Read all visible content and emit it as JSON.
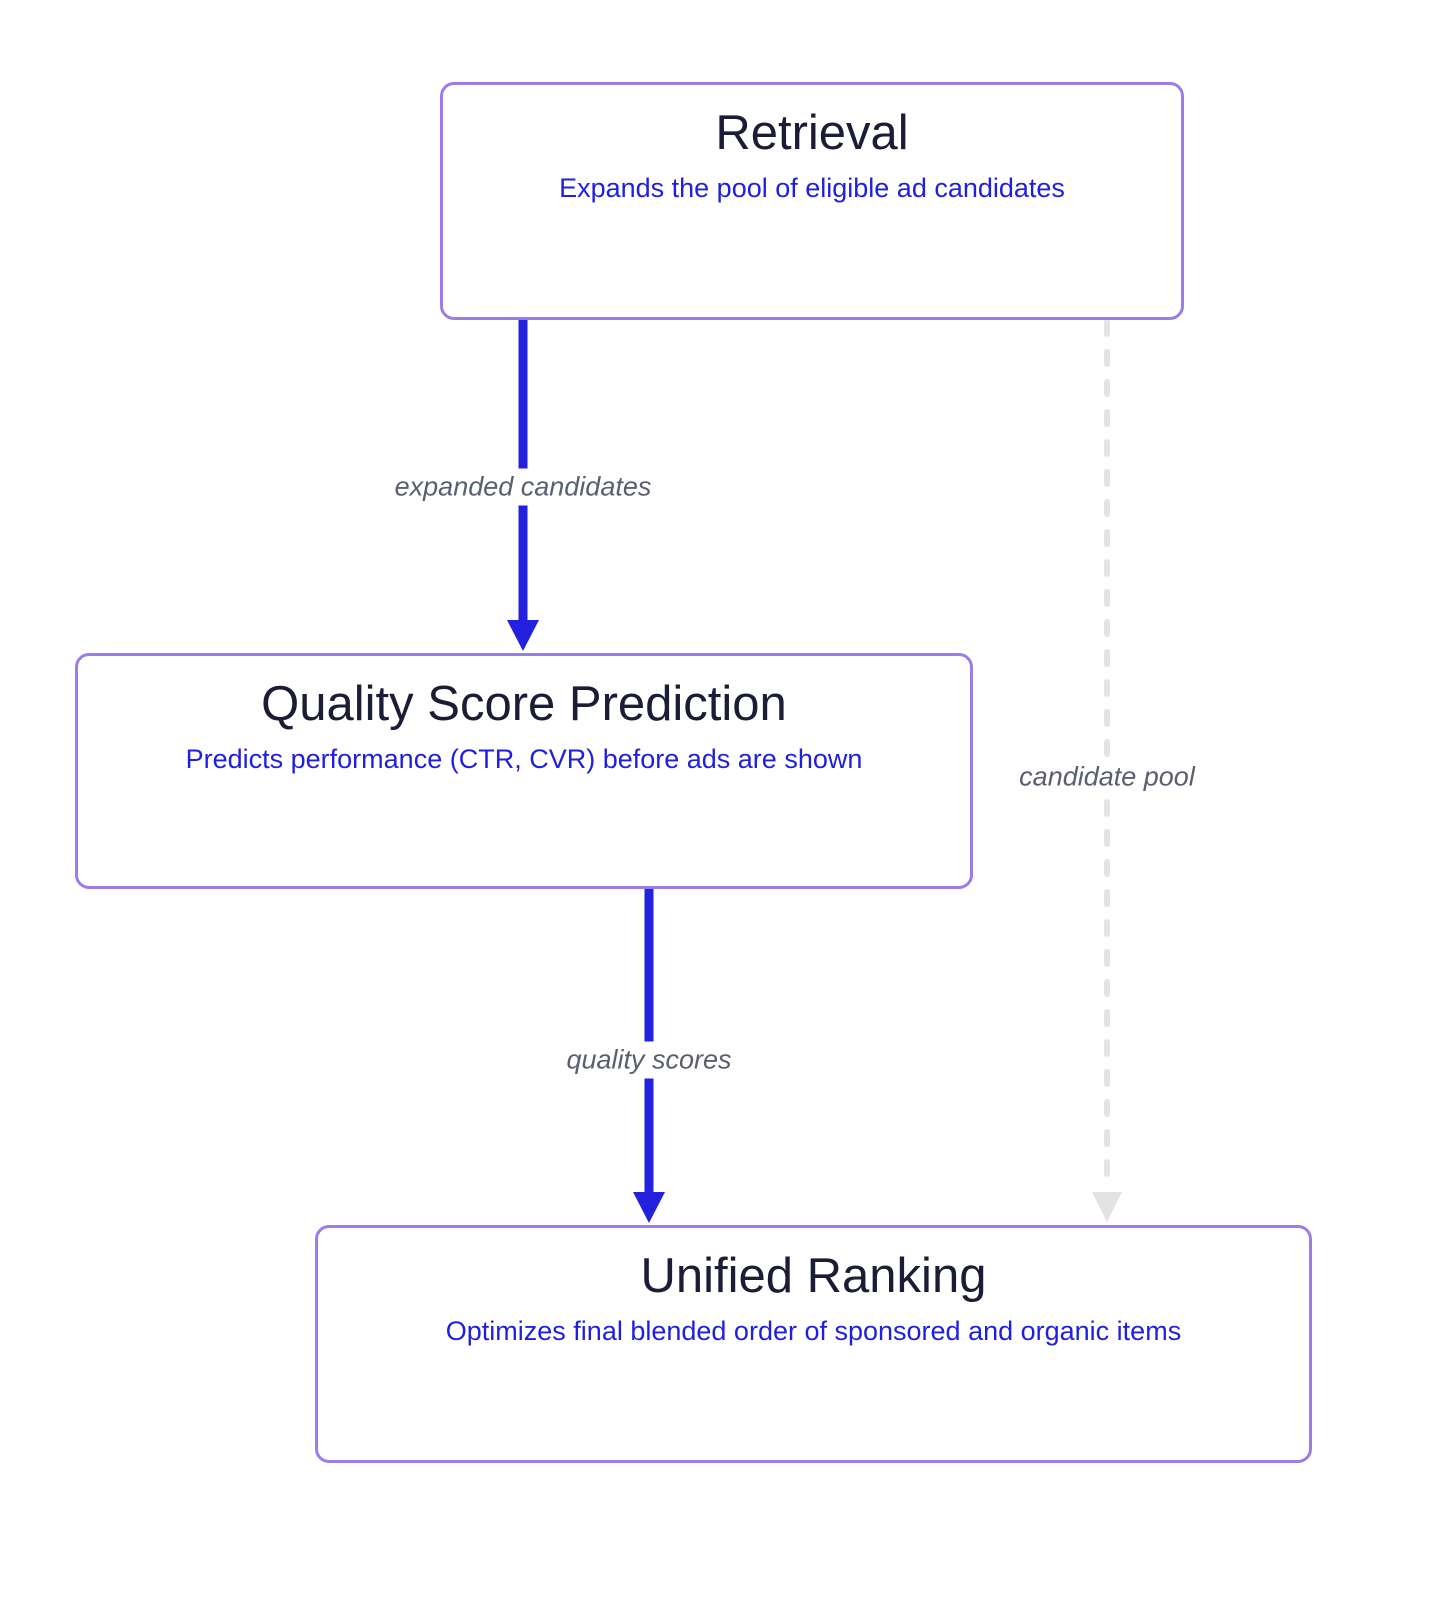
{
  "diagram": {
    "type": "flowchart",
    "direction": "top-down",
    "nodes": [
      {
        "id": "retrieval",
        "title": "Retrieval",
        "subtitle": "Expands the pool of eligible ad candidates"
      },
      {
        "id": "quality_score_prediction",
        "title": "Quality Score Prediction",
        "subtitle": "Predicts performance (CTR, CVR) before ads are shown"
      },
      {
        "id": "unified_ranking",
        "title": "Unified Ranking",
        "subtitle": "Optimizes final blended order of sponsored and organic items"
      }
    ],
    "edges": [
      {
        "from": "retrieval",
        "to": "quality_score_prediction",
        "label": "expanded candidates",
        "style": "solid"
      },
      {
        "from": "quality_score_prediction",
        "to": "unified_ranking",
        "label": "quality scores",
        "style": "solid"
      },
      {
        "from": "retrieval",
        "to": "unified_ranking",
        "label": "candidate pool",
        "style": "dashed"
      }
    ]
  },
  "colors": {
    "page_bg": "#ffffff",
    "node_border": "#9b7ce9",
    "node_bg": "#ffffff",
    "title": "#1a1d33",
    "subtitle": "#1f1fe0",
    "edge_solid": "#2321dd",
    "edge_dashed": "#e3e3e3",
    "edge_label": "#5b5e70"
  }
}
